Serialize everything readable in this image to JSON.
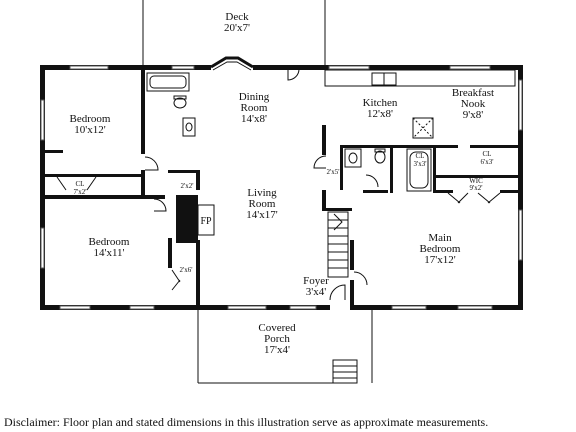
{
  "rooms": {
    "deck": {
      "name": "Deck",
      "size": "20'x7'"
    },
    "dining": {
      "name1": "Dining",
      "name2": "Room",
      "size": "14'x8'"
    },
    "kitchen": {
      "name": "Kitchen",
      "size": "12'x8'"
    },
    "breakfast": {
      "name1": "Breakfast",
      "name2": "Nook",
      "size": "9'x8'"
    },
    "bedroom1": {
      "name": "Bedroom",
      "size": "10'x12'"
    },
    "bedroom2": {
      "name": "Bedroom",
      "size": "14'x11'"
    },
    "living": {
      "name1": "Living",
      "name2": "Room",
      "size": "14'x17'"
    },
    "main_bedroom": {
      "name1": "Main",
      "name2": "Bedroom",
      "size": "17'x12'"
    },
    "foyer": {
      "name": "Foyer",
      "size": "3'x4'"
    },
    "porch": {
      "name1": "Covered",
      "name2": "Porch",
      "size": "17'x4'"
    },
    "closet_bed1": {
      "name": "CL",
      "size": "7'x2'"
    },
    "closet_hall": {
      "size": "2'x2'"
    },
    "closet_hall2": {
      "size": "2'x5'"
    },
    "closet_bed2": {
      "size": "2'x6'"
    },
    "closet_bath": {
      "name": "CL",
      "size": "3'x3'"
    },
    "closet_nook": {
      "name": "CL",
      "size": "6'x3'"
    },
    "wic": {
      "name": "WIC",
      "size": "9'x2'"
    },
    "fireplace": {
      "name": "FP"
    }
  },
  "disclaimer": "Disclaimer: Floor plan and stated dimensions in this illustration serve as approximate measurements."
}
